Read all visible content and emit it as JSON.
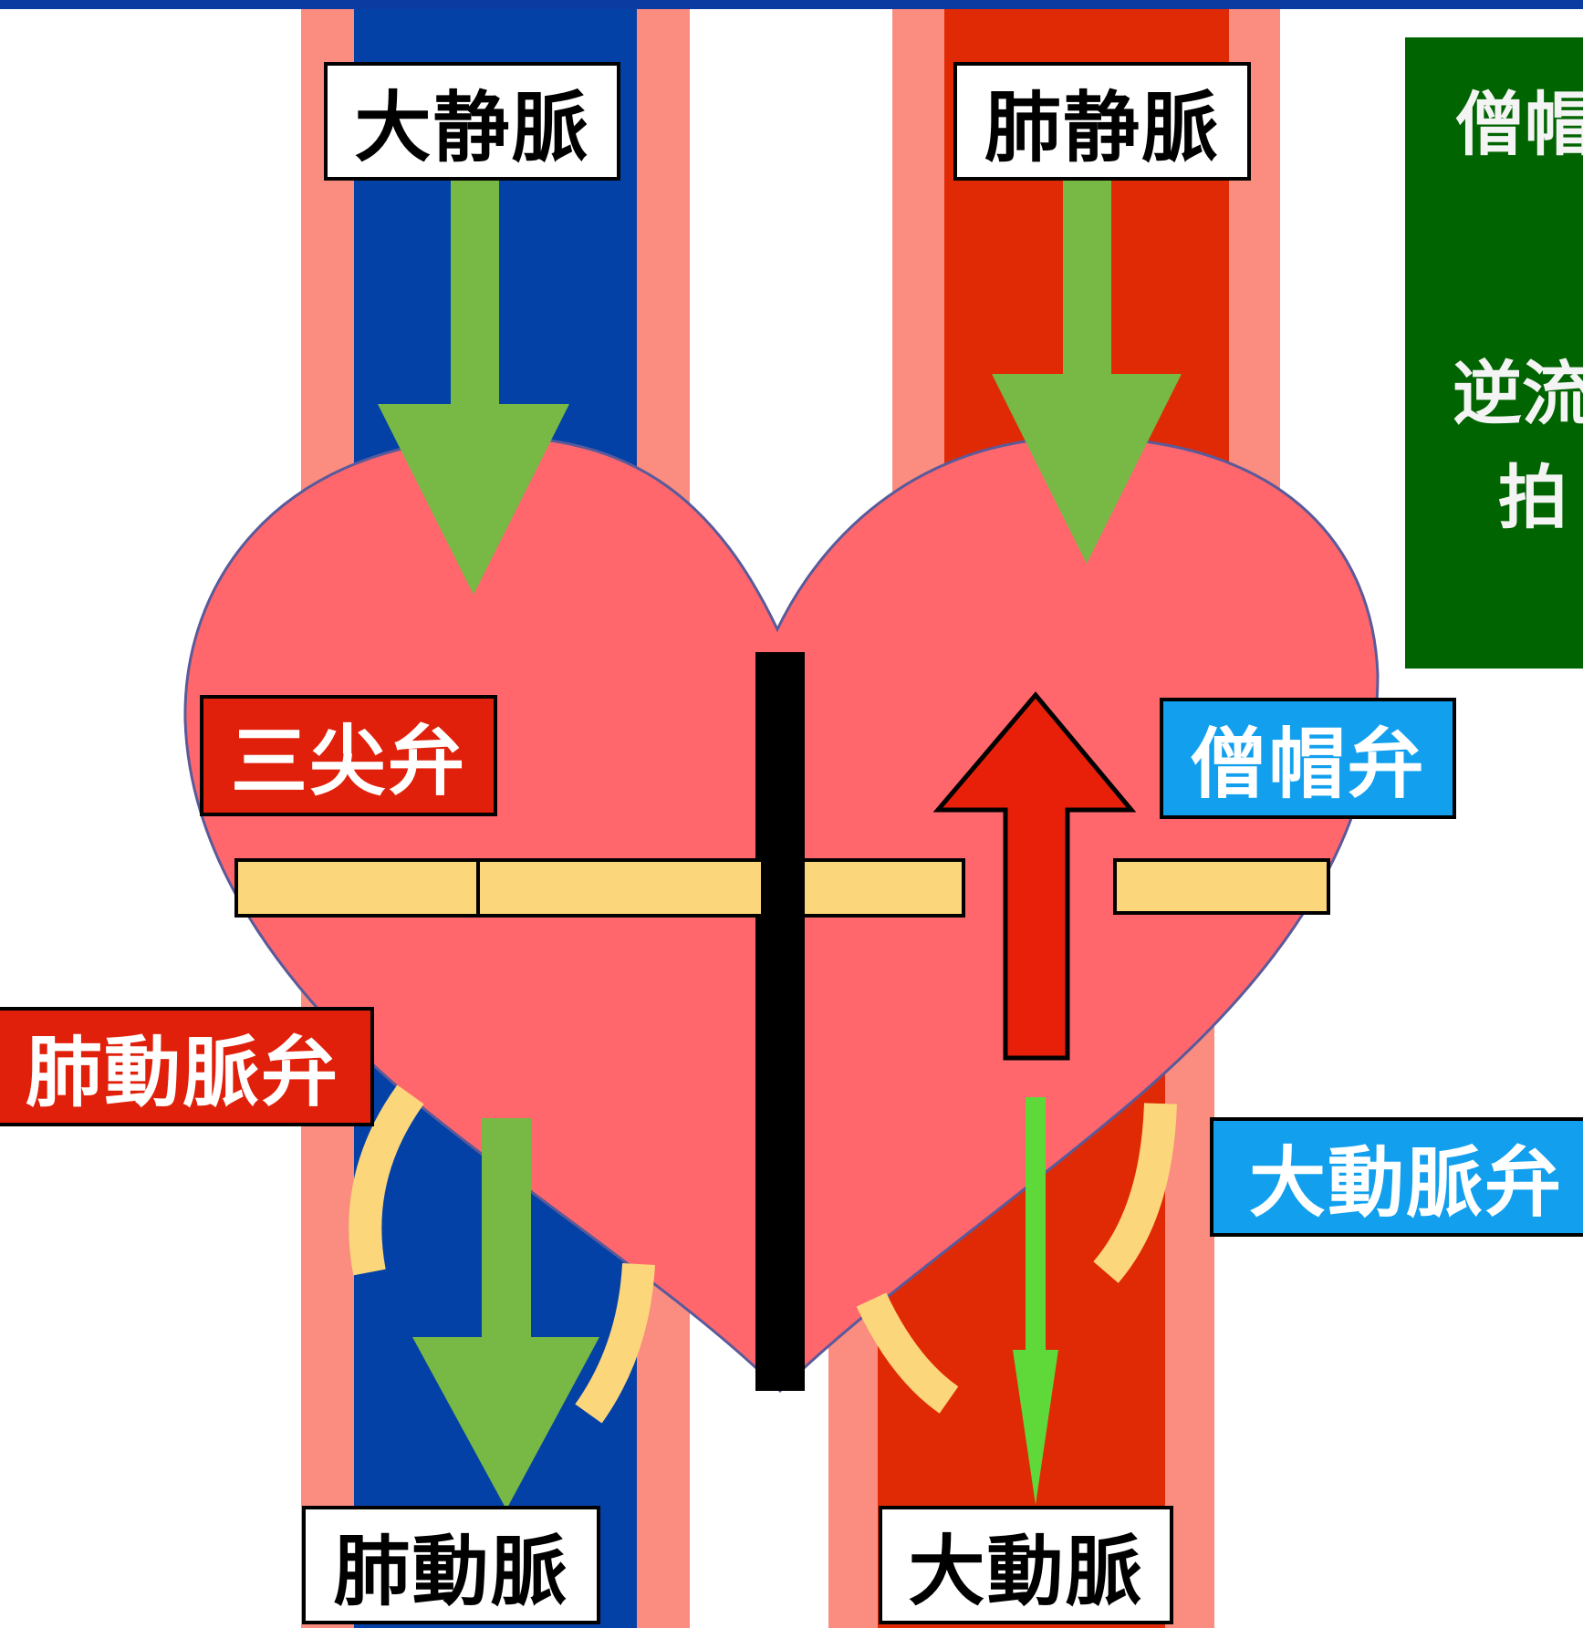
{
  "labels": {
    "vena_cava": "大静脈",
    "pulmonary_vein": "肺静脈",
    "pulmonary_artery": "肺動脈",
    "aorta": "大動脈",
    "tricuspid_valve": "三尖弁",
    "mitral_valve": "僧帽弁",
    "pulmonary_valve": "肺動脈弁",
    "aortic_valve": "大動脈弁"
  },
  "info_panel": {
    "line_1": "僧帽",
    "line_2": "逆流",
    "line_3": "拍"
  },
  "colors": {
    "header_bar": "#0b3aa0",
    "vessel_wall": "#fa8c80",
    "vein_blue": "#0341a6",
    "artery_red": "#e02a05",
    "heart": "#ff676d",
    "heart_outline": "#5a5a9a",
    "valve": "#fcd67a",
    "flow_arrow": "#78b844",
    "flow_arrow_thin": "#5fd83a",
    "backflow_arrow": "#e8200a",
    "septum": "#000000",
    "info_panel": "#006400"
  }
}
